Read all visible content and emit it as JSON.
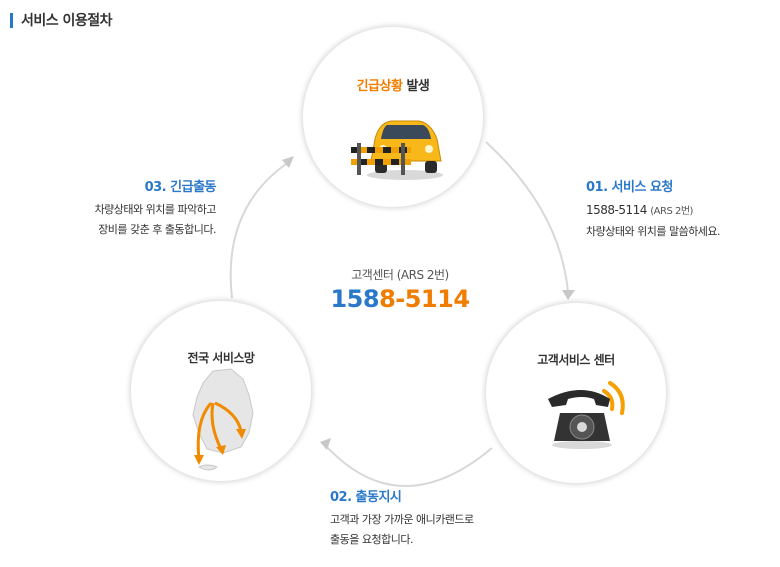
{
  "header": {
    "title": "서비스 이용절차"
  },
  "nodes": {
    "top": {
      "label_accent": "긴급상황",
      "label_rest": " 발생",
      "icon": "car-barrier-icon"
    },
    "right": {
      "label": "고객서비스 센터",
      "icon": "telephone-icon"
    },
    "left": {
      "label": "전국 서비스망",
      "icon": "korea-map-icon"
    }
  },
  "center": {
    "subtitle": "고객센터 (ARS 2번)",
    "phone_a": "158",
    "phone_b": "8",
    "phone_c": "-5114"
  },
  "steps": {
    "step1": {
      "title": "01. 서비스 요청",
      "phone": "1588-5114",
      "phone_note": "(ARS 2번)",
      "desc": "차량상태와 위치를 말씀하세요."
    },
    "step2": {
      "title": "02. 출동지시",
      "line1": "고객과 가장 가까운 애니카랜드로",
      "line2": "출동을 요청합니다."
    },
    "step3": {
      "title": "03. 긴급출동",
      "line1": "차량상태와 위치를 파악하고",
      "line2": "장비를 갖춘 후 출동합니다."
    }
  },
  "colors": {
    "accent_blue": "#2a78c9",
    "accent_orange": "#f07d00",
    "arrow_gray": "#d5d5d5"
  }
}
